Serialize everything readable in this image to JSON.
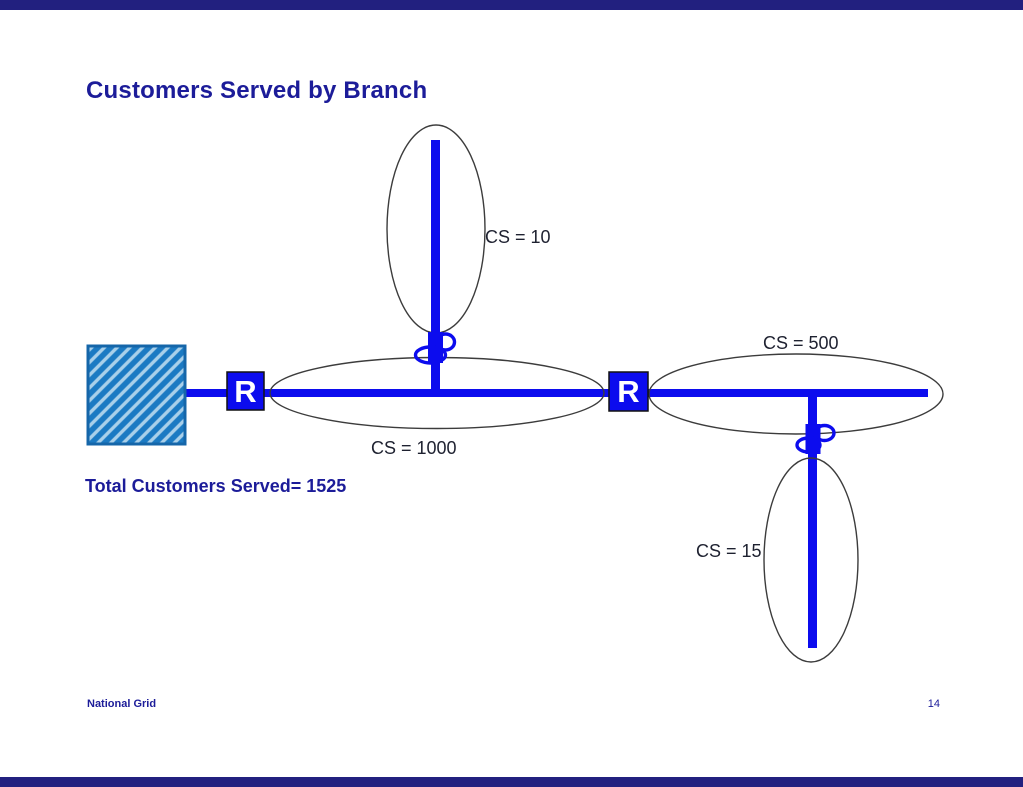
{
  "slide": {
    "title": "Customers Served by Branch",
    "total_customers_text": "Total Customers Served= 1525",
    "footer_company": "National Grid",
    "page_number": "14"
  },
  "diagram": {
    "recloser_label": "R",
    "branch_labels": {
      "top": "CS = 10",
      "trunk": "CS = 1000",
      "right": "CS = 500",
      "bottom_right": "CS = 15"
    },
    "customers_served": {
      "top_branch": 10,
      "main_trunk": 1000,
      "right_trunk": 500,
      "bottom_right_branch": 15,
      "total": 1525
    },
    "colors": {
      "feeder_blue": "#0C0CEE",
      "substation_fill": "#1B7AC3",
      "substation_hatch": "#A9D0EA",
      "substation_border": "#1566A9",
      "heading_blue": "#1C1C99",
      "ellipse_stroke": "#3C3C3C",
      "template_bar_navy": "#22207F"
    }
  }
}
